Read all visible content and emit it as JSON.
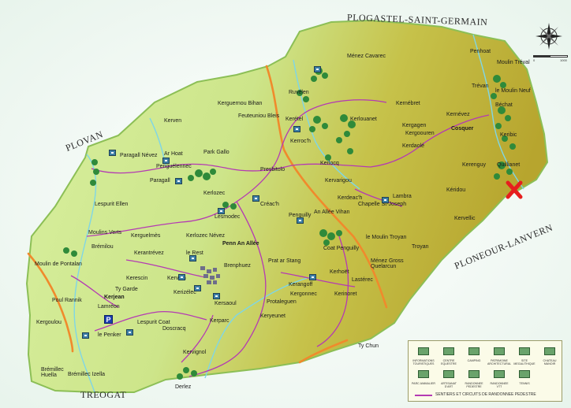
{
  "colors": {
    "land_west": "#d6ee9c",
    "land_east": "#bfb33a",
    "background": "#ffffff",
    "trail": "#b43ab3",
    "road": "#f08a2c",
    "stream": "#7fd6e6",
    "forest": "#2f8a3a"
  },
  "communes": {
    "north": "PLOGASTEL-SAINT-GERMAIN",
    "west": "PLOVAN",
    "east": "PLONEOUR-LANVERN",
    "south": "TREOGAT"
  },
  "places": {
    "menez_cavarec": "Ménez Cavarec",
    "penhoat": "Penhoat",
    "moulin_trevan": "Moulin Tréval",
    "trevan": "Trévan",
    "le_moulin_neuf": "le Moulin Neuf",
    "bechat": "Béchat",
    "kerguernou_bihan": "Kerguernou Bihan",
    "ruvelen": "Ruvélen",
    "kerenbret": "Kernébret",
    "kernevez": "Kernévez",
    "feuteuniou_bleis": "Feuteuniou Bleis",
    "keretel": "Kerétel",
    "kerlouanet": "Kerlouanet",
    "kergagen": "Kergagen",
    "kergoouren": "Kergoouren",
    "cosquer": "Cosquer",
    "keribic": "Keribic",
    "kerven": "Kerven",
    "kerroch": "Kerroc'h",
    "kerdaole": "Kerdaolé",
    "quillianet": "Quillianet",
    "ar_hoat": "Ar Hoat",
    "park_gallo": "Park Gallo",
    "kerlocq": "Kerlocq",
    "paragall_nevez": "Paragall Névez",
    "penguelennec": "Penguélennec",
    "presbitolo": "Presbitolo",
    "kervarigou": "Kervarigou",
    "kerenguy": "Kerenguy",
    "keridou": "Kéridou",
    "paragall": "Paragall",
    "kerlozec": "Kerlozec",
    "kerdeach": "Kerdeac'h",
    "lambra": "Lambra",
    "chapelle_st_joseph": "Chapelle St-Joseph",
    "lespurit_ellen": "Lespurit Ellen",
    "creach": "Créac'h",
    "an_alle_vihan": "An Allée Vihan",
    "kervellic": "Kervellic",
    "lesmodec": "Lesmodec",
    "penguilly": "Penguilly",
    "moulins_verts": "Moulins Verts",
    "kerguelmes": "Kerguelmès",
    "kerlozec_nevez": "Kerlozec Névez",
    "penn_an_allee": "Penn An Allée",
    "le_moulin_troyan": "le Moulin Troyan",
    "bremilou": "Brémilou",
    "troyan": "Troyan",
    "kerantrevez": "Kerantrévez",
    "le_rest": "le Rest",
    "coat_penguilly": "Coat Penguilly",
    "menez_gross_quelarcun": "Ménez Gross Quelarcun",
    "moulin_de_pontalan": "Moulin de Pontalan",
    "brenphuez": "Brenphuez",
    "prat_ar_stang": "Prat ar Stang",
    "kerhoet": "Kerhoët",
    "kerescin": "Kerescin",
    "kervein": "Kervein",
    "kerangoff": "Kerangoff",
    "lasterec": "Lastérec",
    "ty_garde": "Ty Garde",
    "kerizelec": "Kerizélec",
    "kergonnec": "Kergonnec",
    "kerinoret": "Kerinoret",
    "poul_rannik": "Poul Rannik",
    "kerjean": "Kerjean",
    "kersaoul": "Kersaoul",
    "protaleguen": "Protaleguen",
    "lamreon": "Lamréon",
    "kergoulou": "Kergoulou",
    "lespurit_coat": "Lespurit Coat",
    "kerycunet": "Keryeunet",
    "doscracq": "Doscracq",
    "le_penker": "le Penker",
    "kerparc": "Kerparc",
    "ty_chun": "Ty Chun",
    "kervignol": "Kervignol",
    "bremillec_huella": "Brémillec Huella",
    "bremillec_izella": "Brémillec Izella",
    "derlez": "Derlez",
    "parking": "P"
  },
  "legend": {
    "items": [
      "INFORMATIONS TOURISTIQUES",
      "CENTRE EQUESTRE",
      "CAMPING",
      "PATRIMOINE ARCHITECTURAL",
      "SITE MEGALITHIQUE",
      "CHATEAU MANOIR",
      "PARC ANIMALIER",
      "ARTISANAT D'ART",
      "RANDONNEE PEDESTRE",
      "RANDONNEE VTT",
      "TENNIS"
    ],
    "trail_label": "SENTIERS ET CIRCUITS DE RANDONNEE PEDESTRE"
  },
  "scale": {
    "start": "0",
    "end": "1000"
  }
}
